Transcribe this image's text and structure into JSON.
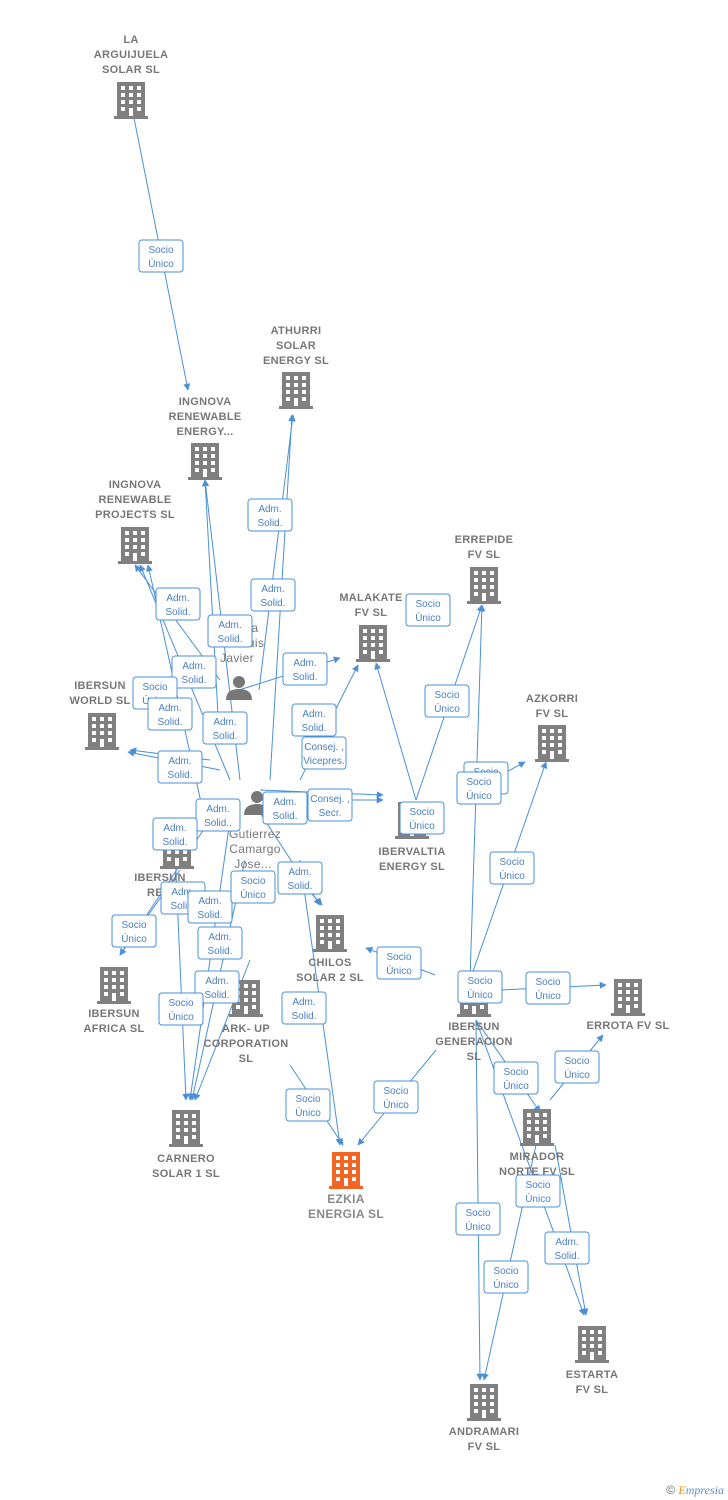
{
  "companies": [
    {
      "id": "la_arguijuela",
      "lines": [
        "LA",
        "ARGUIJUELA",
        "SOLAR  SL"
      ]
    },
    {
      "id": "athurri",
      "lines": [
        "ATHURRI",
        "SOLAR",
        "ENERGY  SL"
      ]
    },
    {
      "id": "ingnova_energy",
      "lines": [
        "INGNOVA",
        "RENEWABLE",
        "ENERGY..."
      ]
    },
    {
      "id": "ingnova_projects",
      "lines": [
        "INGNOVA",
        "RENEWABLE",
        "PROJECTS  SL"
      ]
    },
    {
      "id": "errepide",
      "lines": [
        "ERREPIDE",
        "FV  SL"
      ]
    },
    {
      "id": "malakate",
      "lines": [
        "MALAKATE",
        "FV  SL"
      ]
    },
    {
      "id": "azkorri",
      "lines": [
        "AZKORRI",
        "FV  SL"
      ]
    },
    {
      "id": "ibersun_world",
      "lines": [
        "IBERSUN",
        "WORLD  SL"
      ]
    },
    {
      "id": "ibervaltia",
      "lines": [
        "IBERVALTIA",
        "ENERGY  SL"
      ]
    },
    {
      "id": "ibersun_re",
      "lines": [
        "IBERSUN",
        "RE..."
      ]
    },
    {
      "id": "chilos",
      "lines": [
        "CHILOS",
        "SOLAR 2  SL"
      ]
    },
    {
      "id": "ibersun_africa",
      "lines": [
        "IBERSUN",
        "AFRICA  SL"
      ]
    },
    {
      "id": "ark_up",
      "lines": [
        "ARK- UP",
        "CORPORATION",
        "SL"
      ]
    },
    {
      "id": "ibersun_generacion",
      "lines": [
        "IBERSUN",
        "GENERACION",
        "SL"
      ]
    },
    {
      "id": "errota",
      "lines": [
        "ERROTA FV  SL"
      ]
    },
    {
      "id": "mirador",
      "lines": [
        "MIRADOR",
        "NORTE FV  SL"
      ]
    },
    {
      "id": "carnero",
      "lines": [
        "CARNERO",
        "SOLAR 1  SL"
      ]
    },
    {
      "id": "ezkia",
      "lines": [
        "EZKIA",
        "ENERGIA  SL"
      ],
      "main": true
    },
    {
      "id": "estarta",
      "lines": [
        "ESTARTA",
        "FV  SL"
      ]
    },
    {
      "id": "andramari",
      "lines": [
        "ANDRAMARI",
        "FV  SL"
      ]
    }
  ],
  "persons": [
    {
      "id": "person_a",
      "lines": [
        "a",
        "uis",
        "Javier"
      ]
    },
    {
      "id": "person_b",
      "lines": [
        "Gutierrez",
        "Camargo",
        "Jose..."
      ]
    }
  ],
  "relations": [
    {
      "label": [
        "Socio",
        "Único"
      ]
    },
    {
      "label": [
        "Adm.",
        "Solid."
      ]
    },
    {
      "label": [
        "Adm.",
        "Solid."
      ]
    },
    {
      "label": [
        "Socio",
        "Único"
      ]
    },
    {
      "label": [
        "Adm.",
        "Solid."
      ]
    },
    {
      "label": [
        "Adm.",
        "Solid."
      ]
    },
    {
      "label": [
        "Adm.",
        "Solid."
      ]
    },
    {
      "label": [
        "Adm.",
        "Solid."
      ]
    },
    {
      "label": [
        "Socio",
        "Único"
      ]
    },
    {
      "label": [
        "Adm.",
        "Solid."
      ]
    },
    {
      "label": [
        "Socio",
        "Único"
      ]
    },
    {
      "label": [
        "Adm.",
        "Solid."
      ]
    },
    {
      "label": [
        "Adm.",
        "Solid."
      ]
    },
    {
      "label": [
        "Consej. ,",
        "Vicepres."
      ]
    },
    {
      "label": [
        "Adm.",
        "Solid."
      ]
    },
    {
      "label": [
        "Socio",
        "Único"
      ]
    },
    {
      "label": [
        "Socio",
        "Único"
      ]
    },
    {
      "label": [
        "Adm.",
        "Solid.."
      ]
    },
    {
      "label": [
        "Adm.",
        "Solid."
      ]
    },
    {
      "label": [
        "Consej. ,",
        "Secr."
      ]
    },
    {
      "label": [
        "Socio",
        "Único"
      ]
    },
    {
      "label": [
        "Adm.",
        "Solid."
      ]
    },
    {
      "label": [
        "Socio",
        "Único"
      ]
    },
    {
      "label": [
        "Adm.",
        "Solid."
      ]
    },
    {
      "label": [
        "Adm.",
        "Solid."
      ]
    },
    {
      "label": [
        "Socio",
        "Único"
      ]
    },
    {
      "label": [
        "Adm.",
        "Solid."
      ]
    },
    {
      "label": [
        "Adm.",
        "Solid."
      ]
    },
    {
      "label": [
        "Socio",
        "Único"
      ]
    },
    {
      "label": [
        "Socio",
        "Único"
      ]
    },
    {
      "label": [
        "Socio",
        "Único"
      ]
    },
    {
      "label": [
        "Adm.",
        "Solid."
      ]
    },
    {
      "label": [
        "Socio",
        "Único"
      ]
    },
    {
      "label": [
        "Socio",
        "Único"
      ]
    },
    {
      "label": [
        "Adm.",
        "Solid."
      ]
    },
    {
      "label": [
        "Socio",
        "Único"
      ]
    },
    {
      "label": [
        "Socio",
        "Único"
      ]
    },
    {
      "label": [
        "Socio",
        "Único"
      ]
    },
    {
      "label": [
        "Socio",
        "Único"
      ]
    },
    {
      "label": [
        "Socio",
        "Único"
      ]
    },
    {
      "label": [
        "Socio",
        "Único"
      ]
    },
    {
      "label": [
        "Adm.",
        "Solid."
      ]
    },
    {
      "label": [
        "Socio",
        "Único"
      ]
    },
    {
      "label": [
        "Socio",
        "Único"
      ]
    },
    {
      "label": [
        "Socio",
        "Único"
      ]
    }
  ],
  "brand": {
    "copyright": "©",
    "name_first": "E",
    "name_rest": "mpresia"
  },
  "colors": {
    "edge": "#4a90d9",
    "building": "#808080",
    "main_building": "#f26522",
    "label": "#777777"
  }
}
